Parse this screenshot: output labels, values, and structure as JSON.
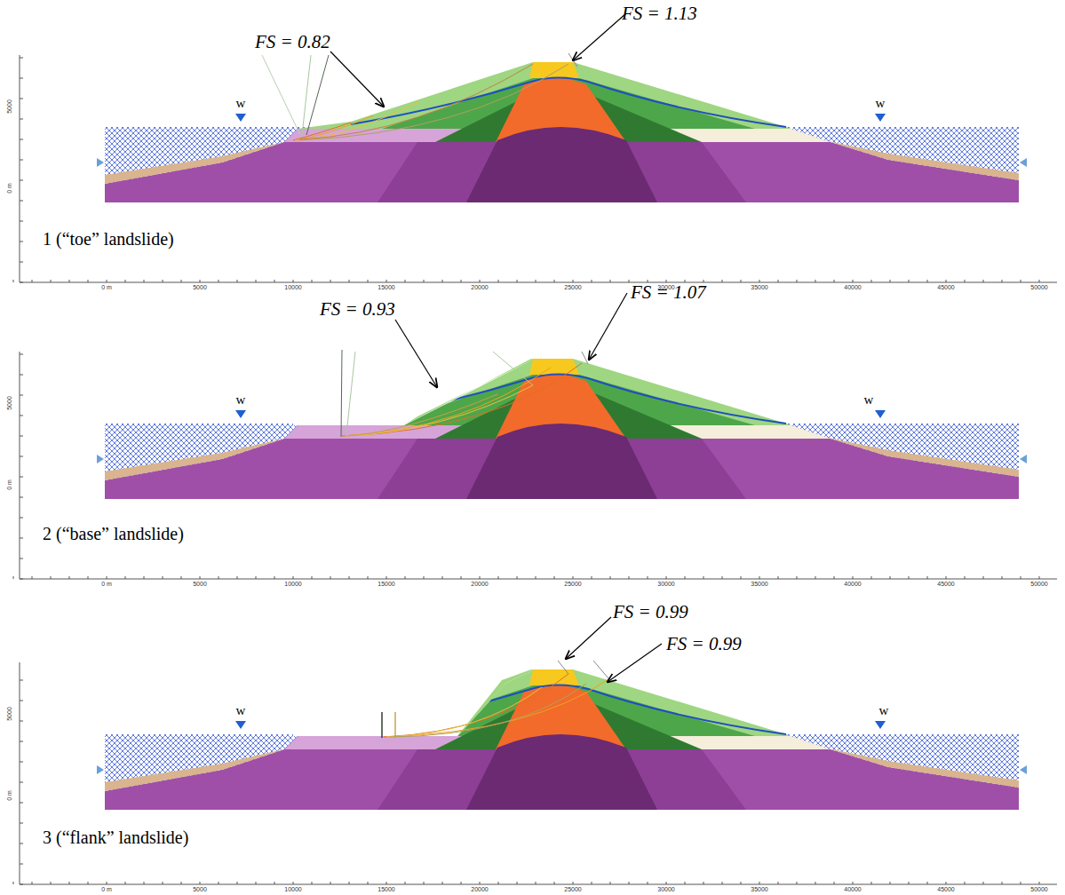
{
  "diagram": {
    "labels": [
      "FS = 0.82",
      "FS = 1.13",
      "w",
      "w",
      "1 (“toe” landslide)",
      "5000",
      "0 m",
      "0 m",
      "5000",
      "10000",
      "15000",
      "20000",
      "25000",
      "30000",
      "35000",
      "40000",
      "45000",
      "50000",
      "FS = 0.93",
      "FS = 1.07",
      "w",
      "w",
      "2 (“base” landslide)",
      "5000",
      "0 m",
      "0 m",
      "5000",
      "10000",
      "15000",
      "20000",
      "25000",
      "30000",
      "35000",
      "40000",
      "45000",
      "50000",
      "FS = 0.99",
      "FS = 0.99",
      "w",
      "w",
      "3 (“flank” landslide)",
      "5000",
      "0 m",
      "0 m",
      "5000",
      "10000",
      "15000",
      "20000",
      "25000",
      "30000",
      "35000",
      "40000",
      "45000",
      "50000"
    ]
  }
}
